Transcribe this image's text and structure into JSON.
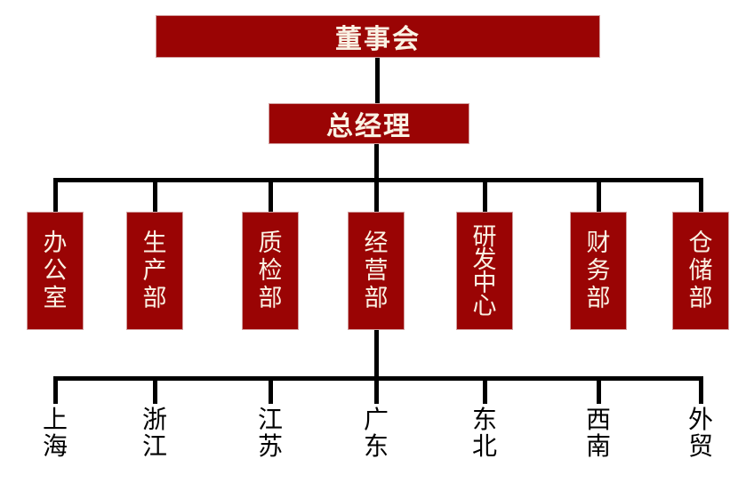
{
  "org_chart": {
    "type": "organization-chart",
    "root": {
      "label": "董事会",
      "children": [
        {
          "label": "总经理",
          "children": [
            {
              "label": "办公室"
            },
            {
              "label": "生产部"
            },
            {
              "label": "质检部"
            },
            {
              "label": "经营部",
              "children": [
                {
                  "label": "上海"
                },
                {
                  "label": "浙江"
                },
                {
                  "label": "江苏"
                },
                {
                  "label": "广东"
                },
                {
                  "label": "东北"
                },
                {
                  "label": "西南"
                },
                {
                  "label": "外贸"
                }
              ]
            },
            {
              "label": "研发中心"
            },
            {
              "label": "财务部"
            },
            {
              "label": "仓储部"
            }
          ]
        }
      ]
    }
  },
  "colors": {
    "background": "#FFFFFF",
    "box_fill": "#9A0404",
    "box_border": "#D2A0A0",
    "box_text": "#FAF2E4",
    "connector": "#000000",
    "region_text": "#000000"
  }
}
